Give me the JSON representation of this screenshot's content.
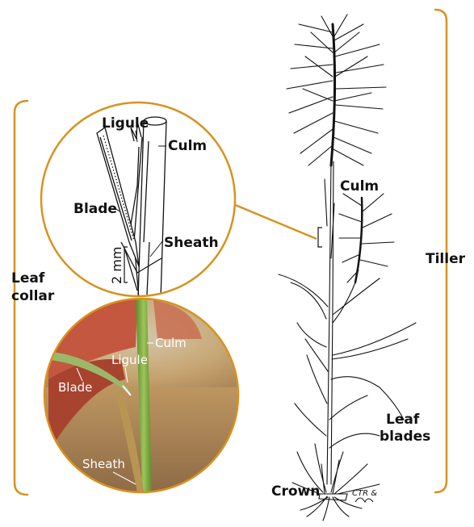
{
  "colors": {
    "accent": "#d8921f",
    "ink": "#111111",
    "photo_text": "#ffffff"
  },
  "labels": {
    "tiller": "Tiller",
    "leaf_collar_line1": "Leaf",
    "leaf_collar_line2": "collar",
    "crown": "Crown",
    "leaf_blades_line1": "Leaf",
    "leaf_blades_line2": "blades",
    "culm_plant": "Culm",
    "signature": "CTR &"
  },
  "drawing_inset": {
    "ligule": "Ligule",
    "culm": "Culm",
    "blade": "Blade",
    "sheath": "Sheath",
    "scale": "2 mm"
  },
  "photo_inset": {
    "culm": "Culm",
    "ligule": "Ligule",
    "blade": "Blade",
    "sheath": "Sheath"
  }
}
